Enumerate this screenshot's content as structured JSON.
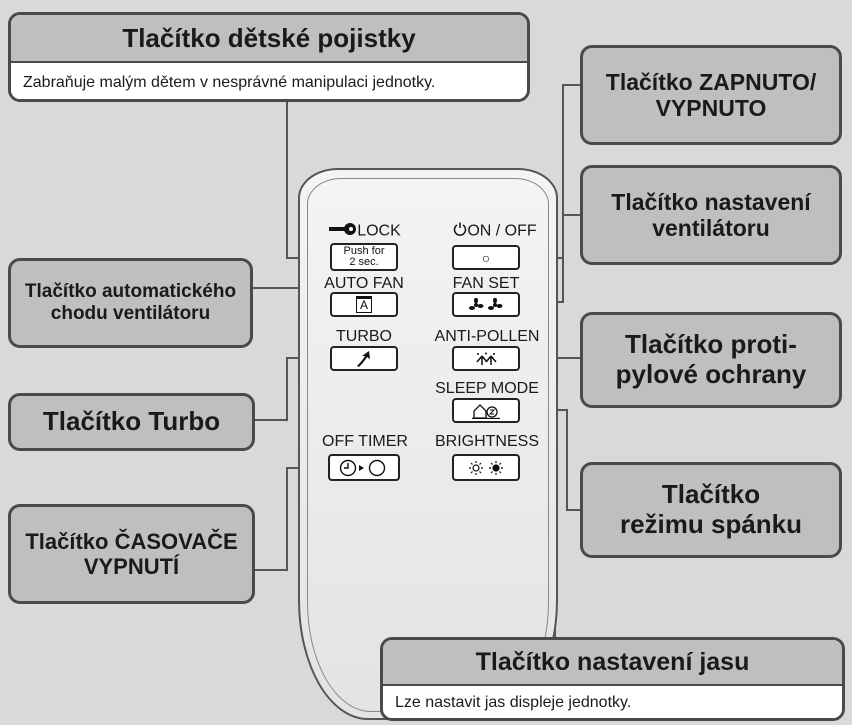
{
  "callouts": {
    "child_lock": {
      "title": "Tlačítko dětské pojistky",
      "description": "Zabraňuje malým dětem v nesprávné manipulaci jednotky."
    },
    "on_off": "Tlačítko ZAPNUTO/\nVYPNUTO",
    "fan_set": "Tlačítko nastavení\nventilátoru",
    "auto_fan": "Tlačítko automatického\nchodu ventilátoru",
    "anti_pollen": "Tlačítko proti-\npylové ochrany",
    "turbo": "Tlačítko Turbo",
    "sleep_mode": "Tlačítko\nrežimu spánku",
    "off_timer": "Tlačítko ČASOVAČE\nVYPNUTÍ",
    "brightness": {
      "title": "Tlačítko nastavení jasu",
      "description": "Lze nastavit jas displeje jednotky."
    }
  },
  "remote": {
    "lock_label": "LOCK",
    "lock_button_text": "Push for\n2 sec.",
    "on_off_label": "ON / OFF",
    "on_off_symbol": "○",
    "auto_fan_label": "AUTO FAN",
    "auto_fan_symbol": "A",
    "fan_set_label": "FAN SET",
    "turbo_label": "TURBO",
    "anti_pollen_label": "ANTI-POLLEN",
    "sleep_mode_label": "SLEEP MODE",
    "off_timer_label": "OFF TIMER",
    "brightness_label": "BRIGHTNESS"
  },
  "colors": {
    "background": "#d9d9d9",
    "callout_fill": "#bfbfbf",
    "callout_border": "#4a4a4a",
    "remote_body": "#eeeeee"
  }
}
